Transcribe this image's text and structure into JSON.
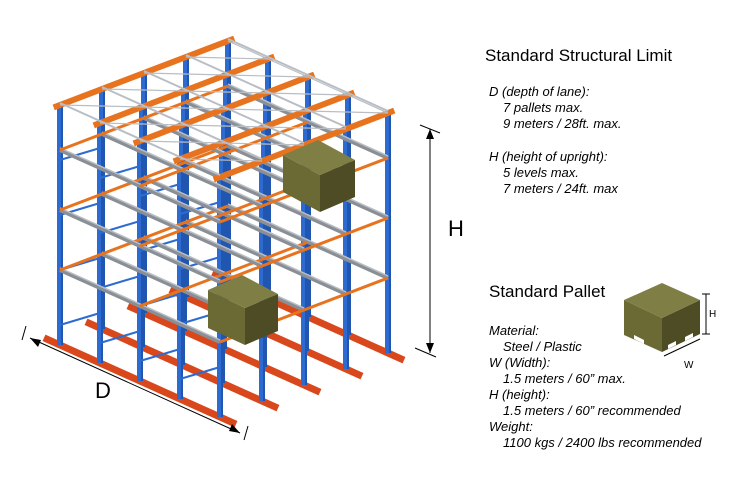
{
  "diagram": {
    "depth_symbol": "D",
    "height_symbol": "H",
    "pallet_height_symbol": "H",
    "pallet_width_symbol": "W",
    "colors": {
      "upright": "#2d6bd1",
      "upright_dark": "#1c4ea6",
      "beam": "#e8731f",
      "floor_rail": "#d9481c",
      "rail": "#8a8f96",
      "rail_light": "#b9bec4",
      "pallet": "#6b6a35",
      "pallet_dark": "#4d4c24",
      "pallet_light": "#7f7e45"
    }
  },
  "structural_limit": {
    "title": "Standard Structural Limit",
    "depth_label": "D (depth of lane):",
    "depth_values": [
      "7 pallets max.",
      "9 meters / 28ft. max."
    ],
    "height_label": "H (height of upright):",
    "height_values": [
      "5 levels max.",
      "7 meters / 24ft. max"
    ]
  },
  "pallet": {
    "title": "Standard Pallet",
    "material_label": "Material:",
    "material_value": "Steel / Plastic",
    "width_label": "W (Width):",
    "width_value": "1.5 meters / 60” max.",
    "height_label": "H (height):",
    "height_value": "1.5 meters / 60” recommended",
    "weight_label": "Weight:",
    "weight_value": "1100 kgs / 2400 lbs recommended"
  }
}
